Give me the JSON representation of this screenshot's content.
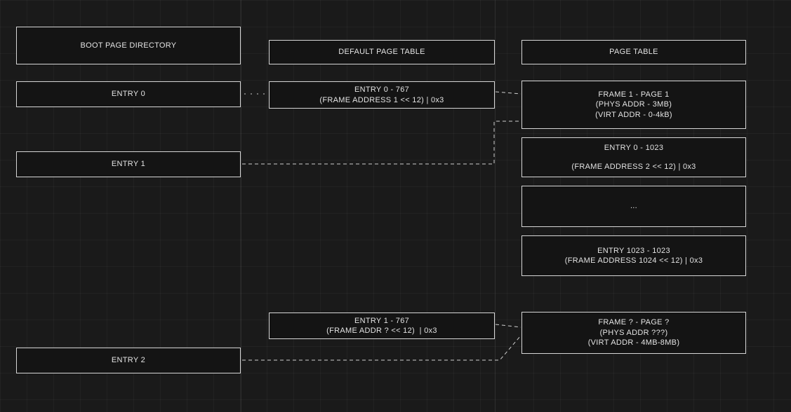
{
  "diagram": {
    "boot_page_directory": {
      "title": "BOOT PAGE DIRECTORY",
      "entry0": "ENTRY 0",
      "entry1": "ENTRY 1",
      "entry2": "ENTRY 2"
    },
    "default_page_table": {
      "title": "DEFAULT PAGE TABLE",
      "entry0_line1": "ENTRY 0 - 767",
      "entry0_line2": "(FRAME ADDRESS 1 << 12) | 0x3",
      "entry1_line1": "ENTRY 1 - 767",
      "entry1_line2": "(FRAME ADDR ? << 12)  | 0x3"
    },
    "page_table": {
      "title": "PAGE TABLE",
      "frame1_line1": "FRAME 1 - PAGE 1",
      "frame1_line2": "(PHYS ADDR - 3MB)",
      "frame1_line3": "(VIRT ADDR - 0-4kB)",
      "entry0_line1": "ENTRY 0 - 1023",
      "entry0_line2": "(FRAME ADDRESS 2 << 12) | 0x3",
      "ellipsis": "...",
      "entry1023_line1": "ENTRY 1023 - 1023",
      "entry1023_line2": "(FRAME ADDRESS 1024 << 12) | 0x3",
      "frameq_line1": "FRAME ? - PAGE ?",
      "frameq_line2": "(PHYS ADDR ???)",
      "frameq_line3": "(VIRT ADDR - 4MB-8MB)"
    },
    "colors": {
      "background": "#1a1a1a",
      "box_fill": "#141414",
      "box_border": "#d6d6d6",
      "text": "#e3e3e3",
      "connector": "#cfcfcf"
    }
  }
}
